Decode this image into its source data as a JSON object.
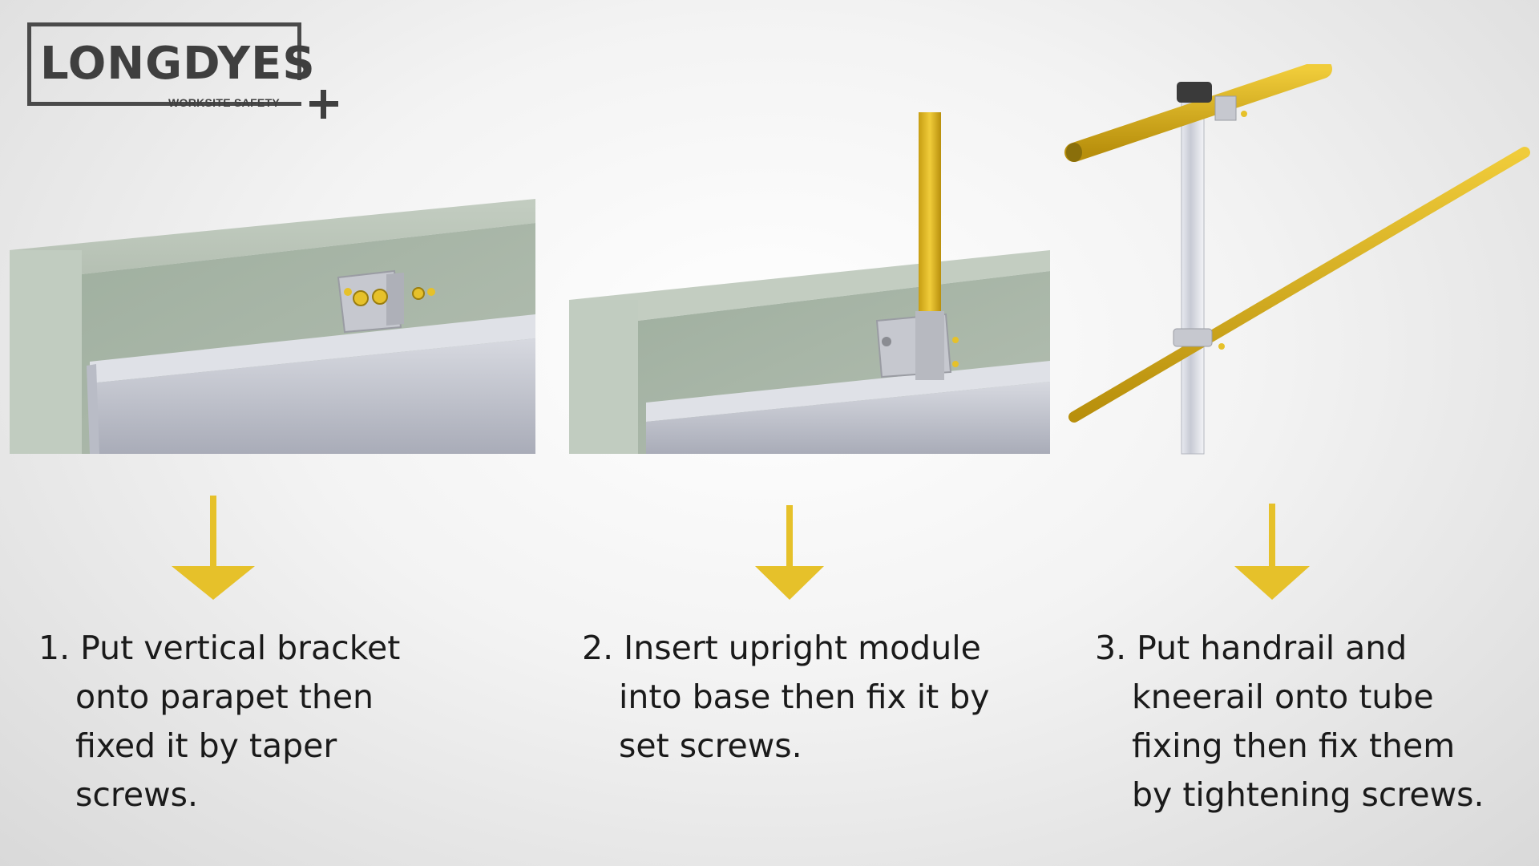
{
  "logo": {
    "brand": "LONGDYES",
    "tagline": "WORKSITE SAFETY"
  },
  "colors": {
    "yellow": "#e6c12a",
    "concrete": "#a6b3a7",
    "steel": "#c9cbd3"
  },
  "steps": [
    {
      "lines": [
        "1. Put vertical bracket",
        "onto parapet then",
        "fixed it by taper",
        "screws."
      ]
    },
    {
      "lines": [
        "2. Insert upright module",
        "into base then fix it by",
        "set screws."
      ]
    },
    {
      "lines": [
        "3. Put handrail and",
        "kneerail onto tube",
        "fixing then fix them",
        "by tightening screws."
      ]
    }
  ]
}
